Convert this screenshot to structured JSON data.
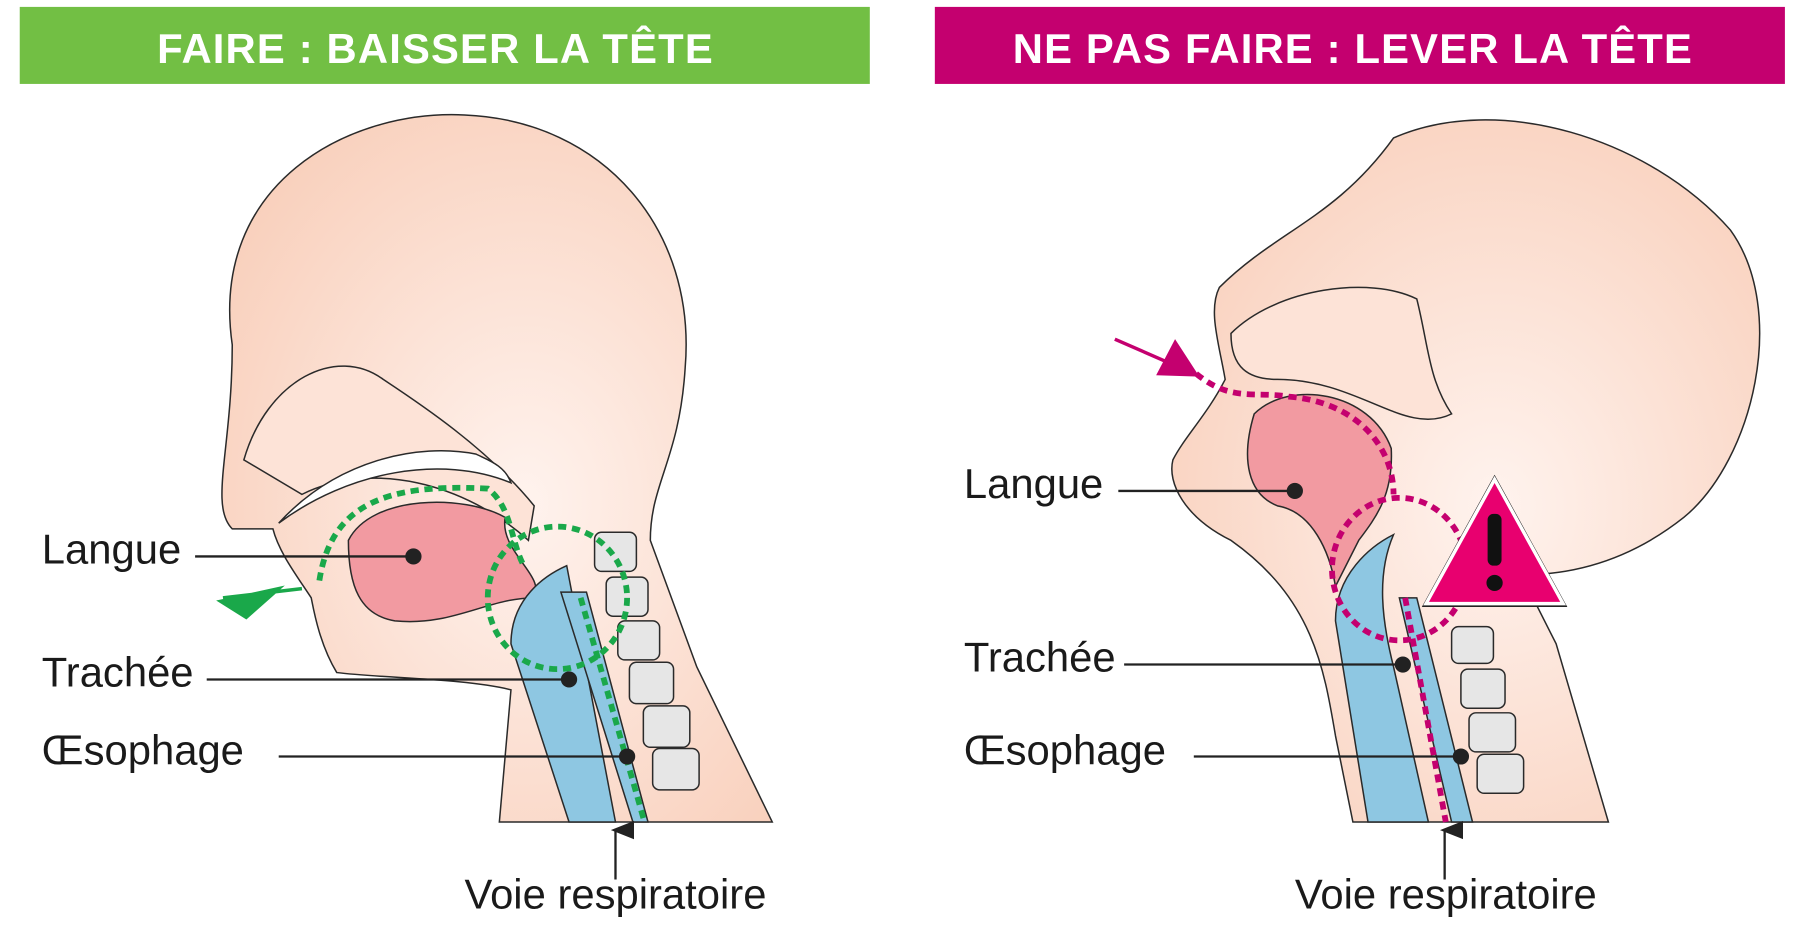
{
  "panels": [
    {
      "title": "FAIRE : BAISSER LA TÊTE",
      "color": "#72bf44",
      "labels": {
        "tongue": "Langue",
        "trachea": "Trachée",
        "esophagus": "Œsophage",
        "airway": "Voie respiratoire"
      }
    },
    {
      "title": "NE PAS FAIRE : LEVER LA TÊTE",
      "color": "#c4006f",
      "labels": {
        "tongue": "Langue",
        "trachea": "Trachée",
        "esophagus": "Œsophage",
        "airway": "Voie respiratoire"
      }
    }
  ],
  "colors": {
    "skin": "#f9d3c0",
    "tongue": "#f29aa1",
    "trachea": "#8ec7e2",
    "vertebra": "#e6e6e6"
  }
}
